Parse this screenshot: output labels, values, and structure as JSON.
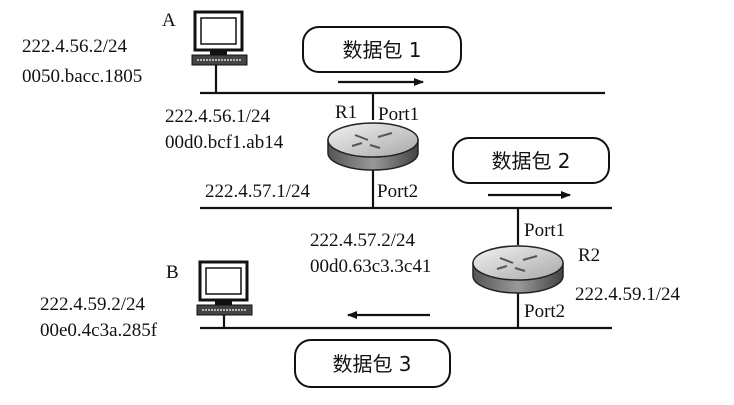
{
  "hosts": {
    "a": {
      "name": "A",
      "ip": "222.4.56.2/24",
      "mac": "0050.bacc.1805"
    },
    "b": {
      "name": "B",
      "ip": "222.4.59.2/24",
      "mac": "00e0.4c3a.285f"
    }
  },
  "routers": {
    "r1": {
      "name": "R1",
      "port1_label": "Port1",
      "port2_label": "Port2",
      "port1_ip": "222.4.56.1/24",
      "port1_mac": "00d0.bcf1.ab14",
      "port2_ip": "222.4.57.1/24"
    },
    "r2": {
      "name": "R2",
      "port1_label": "Port1",
      "port2_label": "Port2",
      "port1_ip": "222.4.57.2/24",
      "port1_mac": "00d0.63c3.3c41",
      "port2_ip": "222.4.59.1/24"
    }
  },
  "packets": {
    "p1": {
      "label": "数据包 1",
      "direction": "right"
    },
    "p2": {
      "label": "数据包 2",
      "direction": "right"
    },
    "p3": {
      "label": "数据包 3",
      "direction": "left"
    }
  },
  "colors": {
    "stroke": "#111111",
    "router_body": "#8a8a8a",
    "router_top": "#d8d8d8"
  },
  "icons": {
    "host": "computer-icon",
    "router": "router-icon"
  }
}
